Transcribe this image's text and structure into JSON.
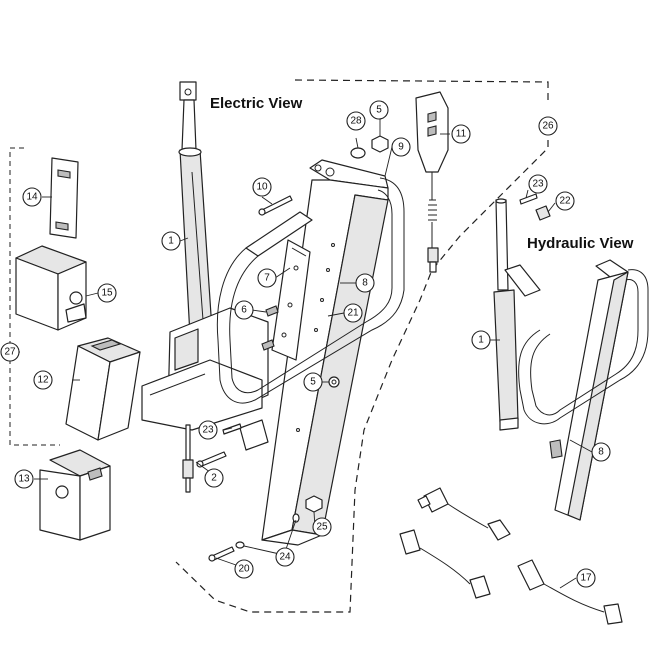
{
  "titles": {
    "electric": "Electric View",
    "hydraulic": "Hydraulic View"
  },
  "callouts": [
    "1",
    "2",
    "5",
    "6",
    "7",
    "8",
    "9",
    "10",
    "11",
    "12",
    "13",
    "14",
    "15",
    "17",
    "20",
    "21",
    "22",
    "23",
    "24",
    "25",
    "26",
    "27",
    "28"
  ]
}
